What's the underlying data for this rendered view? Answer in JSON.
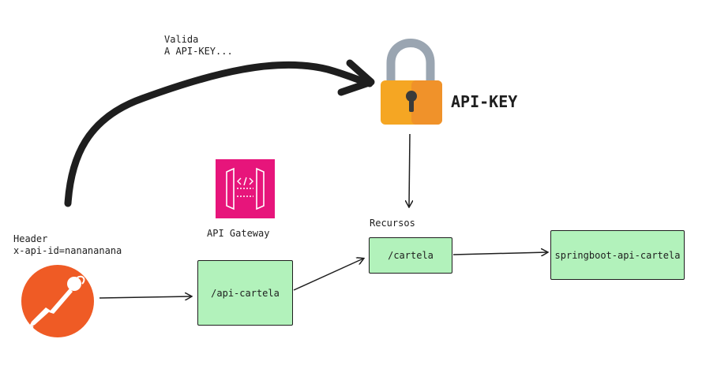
{
  "annotation": {
    "line1": "Valida",
    "line2": "A API-KEY..."
  },
  "lock_label": "API-KEY",
  "gateway_label": "API Gateway",
  "header_note": {
    "line1": "Header",
    "line2": "x-api-id=nanananana"
  },
  "recursos_label": "Recursos",
  "nodes": {
    "api_cartela": "/api-cartela",
    "cartela": "/cartela",
    "springboot": "springboot-api-cartela"
  },
  "colors": {
    "node_fill": "#b2f2bb",
    "stroke": "#1e1e1e",
    "gateway_pink": "#e7157b",
    "postman_orange": "#ef5b25",
    "lock_body": "#f5a623",
    "lock_shackle": "#9aa5b1"
  },
  "icons": [
    "postman-logo-icon",
    "api-gateway-icon",
    "padlock-icon"
  ]
}
